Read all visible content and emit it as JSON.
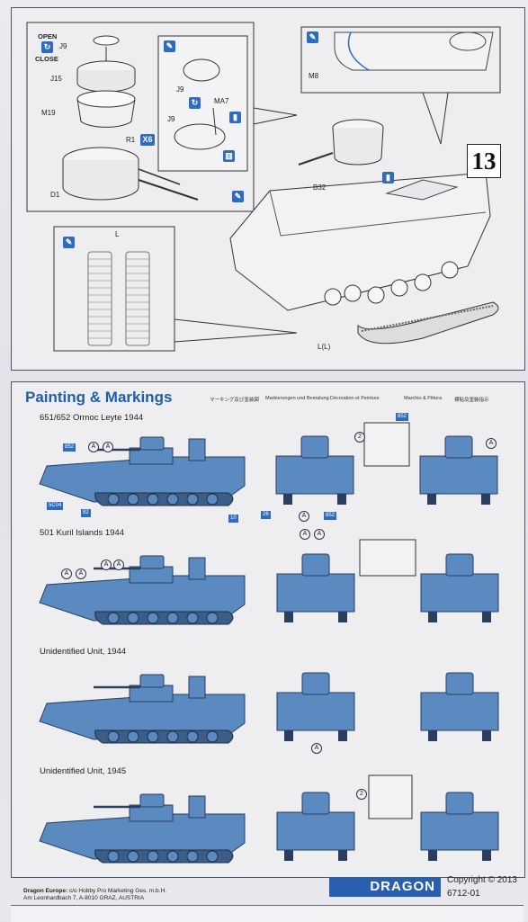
{
  "step_number": "13",
  "assembly": {
    "open_close": {
      "open": "OPEN",
      "close": "CLOSE"
    },
    "parts": {
      "j9_a": "J9",
      "j15": "J15",
      "m19": "M19",
      "r1": "R1",
      "x6": "X6",
      "d1": "D1",
      "j9_b": "J9",
      "j9_c": "J9",
      "ma7": "MA7",
      "m8": "M8",
      "b32": "B32",
      "l": "L",
      "ll": "L(L)"
    }
  },
  "painting": {
    "title": "Painting & Markings",
    "languages": [
      "マーキング及び塗装図",
      "Markierungen und Bemalung",
      "Décoration et Peinture",
      "Marchio & Pittura",
      "標貼及塗裝指示"
    ],
    "schemes": [
      {
        "name": "651/652 Ormoc Leyte 1944",
        "decals": [
          "852",
          "852",
          "5C04",
          "82",
          "10",
          "26",
          "852"
        ],
        "callouts": [
          "A",
          "A",
          "2",
          "A",
          "A"
        ]
      },
      {
        "name": "501 Kuril Islands 1944",
        "callouts": [
          "A",
          "A",
          "A",
          "A",
          "A",
          "A"
        ]
      },
      {
        "name": "Unidentified Unit, 1944",
        "callouts": [
          "A"
        ]
      },
      {
        "name": "Unidentified Unit, 1945",
        "callouts": [
          "2"
        ]
      }
    ]
  },
  "footer": {
    "company": "Dragon Europe:",
    "line1": "c/o Hobby Pro Marketing Ges. m.b.H.",
    "line2": "Am Leonhardbach 7, A-8010 GRAZ, AUSTRIA",
    "brand": "DRAGON",
    "copyright": "Copyright © 2013",
    "kit_code": "6712-01"
  },
  "colors": {
    "camouflage_blue": "#5a8ac0",
    "marking_blue": "#2d6cc0"
  }
}
